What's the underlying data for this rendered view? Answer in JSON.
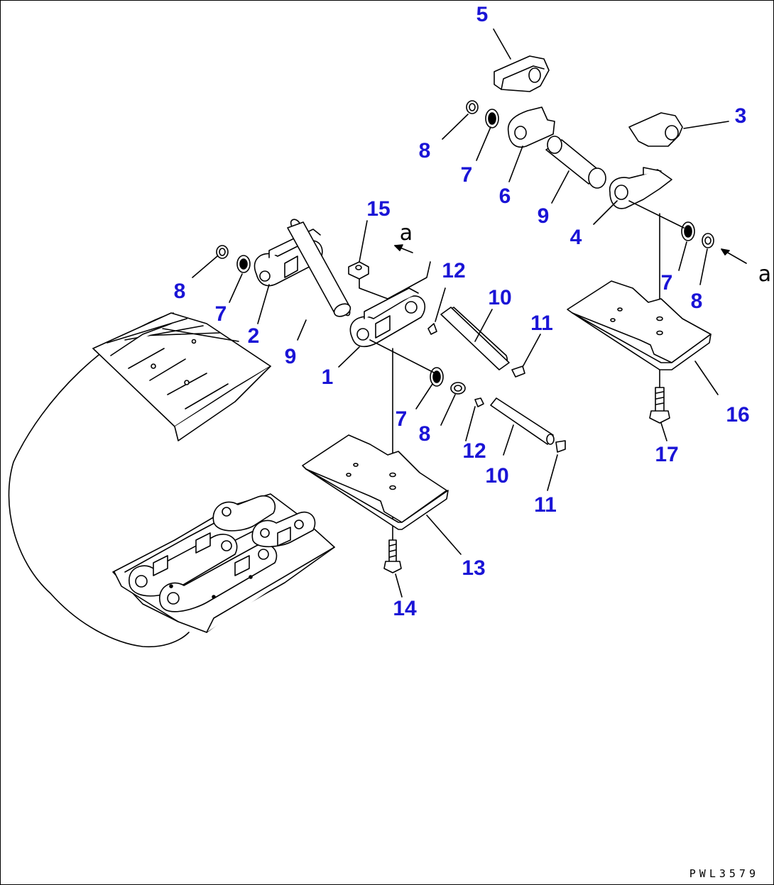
{
  "diagram": {
    "drawing_code": "PWL3579",
    "view_marker": "a",
    "colors": {
      "callout": "#1a14d6",
      "line": "#000000",
      "background": "#ffffff"
    },
    "callouts": {
      "c1": "1",
      "c2": "2",
      "c3": "3",
      "c4": "4",
      "c5": "5",
      "c6": "6",
      "c7a": "7",
      "c7b": "7",
      "c7c": "7",
      "c7d": "7",
      "c8a": "8",
      "c8b": "8",
      "c8c": "8",
      "c8d": "8",
      "c9a": "9",
      "c9b": "9",
      "c10a": "10",
      "c10b": "10",
      "c11a": "11",
      "c11b": "11",
      "c12a": "12",
      "c12b": "12",
      "c13": "13",
      "c14": "14",
      "c15": "15",
      "c16": "16",
      "c17": "17"
    }
  }
}
